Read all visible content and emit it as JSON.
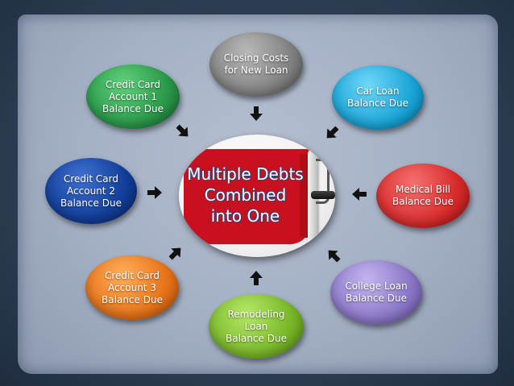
{
  "center": {
    "text": "Multiple Debts\nCombined\ninto One"
  },
  "nodes": {
    "closing": {
      "label": "Closing Costs\nfor New Loan",
      "color": "#8a8a8a"
    },
    "car": {
      "label": "Car Loan\nBalance Due",
      "color": "#1aa6d8"
    },
    "cc1": {
      "label": "Credit Card\nAccount 1\nBalance Due",
      "color": "#2a9a4a"
    },
    "cc2": {
      "label": "Credit Card\nAccount 2\nBalance Due",
      "color": "#123f9a"
    },
    "medical": {
      "label": "Medical Bill\nBalance Due",
      "color": "#d82b2b"
    },
    "cc3": {
      "label": "Credit Card\nAccount 3\nBalance Due",
      "color": "#e8741a"
    },
    "college": {
      "label": "College Loan\nBalance Due",
      "color": "#8c78c8"
    },
    "remodel": {
      "label": "Remodeling\nLoan\nBalance Due",
      "color": "#7ab82a"
    }
  },
  "colors": {
    "background": "#2e3f55",
    "panel": "#a9b5c8",
    "paint": "#c8101e",
    "arrow": "#111111"
  }
}
